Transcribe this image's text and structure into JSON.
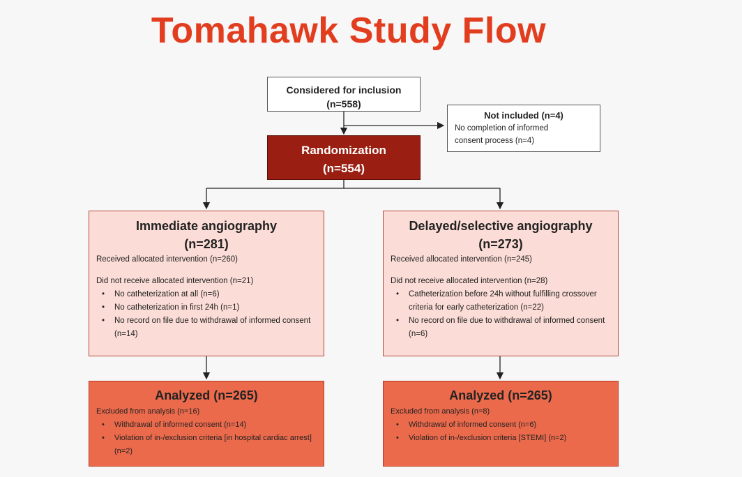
{
  "title": "Tomahawk Study Flow",
  "considered": {
    "label": "Considered for inclusion",
    "n": "(n=558)"
  },
  "not_included": {
    "label": "Not included (n=4)",
    "reason_line1": "No completion of informed",
    "reason_line2": "consent process (n=4)"
  },
  "randomization": {
    "label": "Randomization",
    "n": "(n=554)"
  },
  "immediate": {
    "label": "Immediate angiography",
    "n": "(n=281)",
    "received": "Received allocated intervention (n=260)",
    "not_received": "Did not receive allocated intervention (n=21)",
    "reasons": [
      "No catheterization at all (n=6)",
      "No catheterization in first 24h (n=1)",
      "No record on file due to withdrawal of informed consent (n=14)"
    ]
  },
  "delayed": {
    "label": "Delayed/selective angiography",
    "n": "(n=273)",
    "received": "Received allocated intervention (n=245)",
    "not_received": "Did not receive allocated intervention (n=28)",
    "reasons": [
      "Catheterization before 24h without fulfilling crossover criteria for early catheterization (n=22)",
      "No record on file due to withdrawal of informed consent (n=6)"
    ]
  },
  "analyzed_immediate": {
    "label": "Analyzed (n=265)",
    "excluded": "Excluded from analysis (n=16)",
    "reasons": [
      "Withdrawal of informed consent (n=14)",
      "Violation of in-/exclusion criteria [in hospital cardiac arrest] (n=2)"
    ]
  },
  "analyzed_delayed": {
    "label": "Analyzed (n=265)",
    "excluded": "Excluded from analysis (n=8)",
    "reasons": [
      "Withdrawal of informed consent (n=6)",
      "Violation of in-/exclusion criteria [STEMI] (n=2)"
    ]
  },
  "colors": {
    "title": "#e23d1e",
    "randomization": "#9a1f12",
    "arm_box": "#fbdcd6",
    "analyzed_box": "#ec6a4c"
  }
}
